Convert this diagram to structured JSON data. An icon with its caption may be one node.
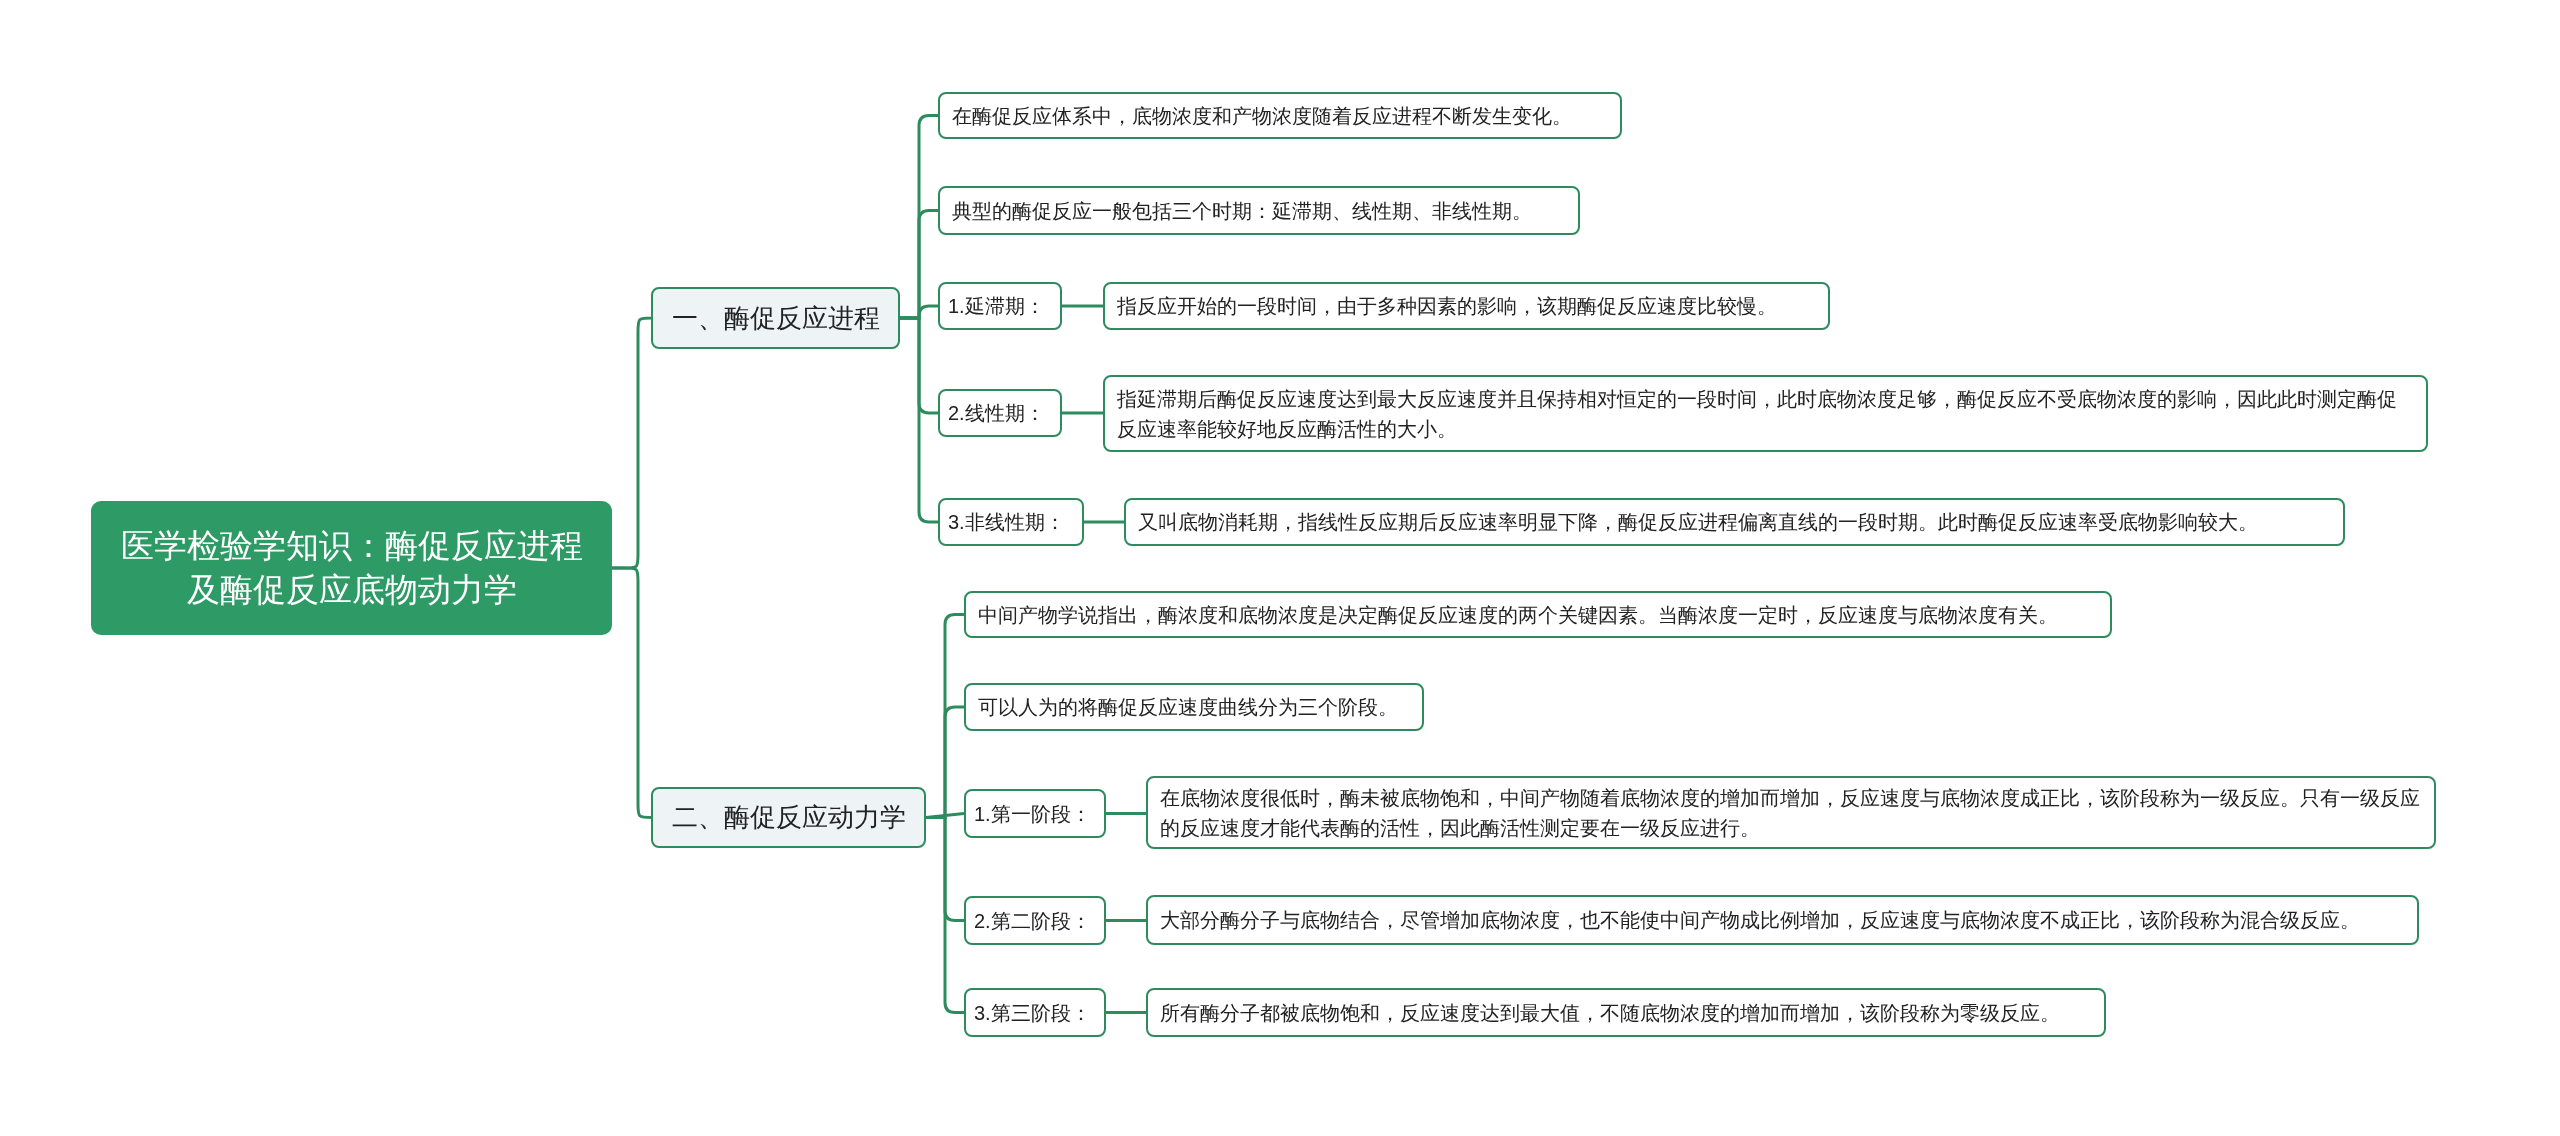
{
  "diagram": {
    "nodes": [
      {
        "text": [
          "医学检验学知识：酶促反应进程及酶促反应底物动力学"
        ]
      },
      {
        "text": [
          "一、酶促反应进程"
        ]
      },
      {
        "text": [
          "二、酶促反应动力学"
        ]
      },
      {
        "text": [
          "在酶促反应体系中，底物浓度和产物浓度随着反应进程不断发生变化。"
        ]
      },
      {
        "text": [
          "典型的酶促反应一般包括三个时期：延滞期、线性期、非线性期。"
        ]
      },
      {
        "text": [
          "1.延滞期："
        ]
      },
      {
        "text": [
          "指反应开始的一段时间，由于多种因素的影响，该期酶促反应速度比较慢。"
        ]
      },
      {
        "text": [
          "2.线性期："
        ]
      },
      {
        "text": [
          "指延滞期后酶促反应速度达到最大反应速度并且保持相对恒定的一段时间，此时底物浓度足够，酶促反应不受底物浓度的影响，因此此时测定酶促反应速率能较好地反应酶活性的大小。"
        ]
      },
      {
        "text": [
          "3.非线性期："
        ]
      },
      {
        "text": [
          "又叫底物消耗期，指线性反应期后反应速率明显下降，酶促反应进程偏离直线的一段时期。此时酶促反应速率受底物影响较大。"
        ]
      },
      {
        "text": [
          "中间产物学说指出，酶浓度和底物浓度是决定酶促反应速度的两个关键因素。当酶浓度一定时，反应速度与底物浓度有关。"
        ]
      },
      {
        "text": [
          "可以人为的将酶促反应速度曲线分为三个阶段。"
        ]
      },
      {
        "text": [
          "1.第一阶段："
        ]
      },
      {
        "text": [
          "在底物浓度很低时，酶未被底物饱和，中间产物随着底物浓度的增加而增加，反应速度与底物浓度成正比，该阶段称为一级反应。只有一级反应的反应速度才能代表酶的活性，因此酶活性测定要在一级反应进行。"
        ]
      },
      {
        "text": [
          "2.第二阶段："
        ]
      },
      {
        "text": [
          "大部分酶分子与底物结合，尽管增加底物浓度，也不能使中间产物成比例增加，反应速度与底物浓度不成正比，该阶段称为混合级反应。"
        ]
      },
      {
        "text": [
          "3.第三阶段："
        ]
      },
      {
        "text": [
          "所有酶分子都被底物饱和，反应速度达到最大值，不随底物浓度的增加而增加，该阶段称为零级反应。"
        ]
      }
    ],
    "edges": [
      {
        "from": 0,
        "to": 1,
        "arrow": "none"
      },
      {
        "from": 0,
        "to": 2,
        "arrow": "none"
      },
      {
        "from": 1,
        "to": 3,
        "arrow": "none"
      },
      {
        "from": 1,
        "to": 4,
        "arrow": "none"
      },
      {
        "from": 1,
        "to": 5,
        "arrow": "none"
      },
      {
        "from": 1,
        "to": 7,
        "arrow": "none"
      },
      {
        "from": 1,
        "to": 9,
        "arrow": "none"
      },
      {
        "from": 5,
        "to": 6,
        "arrow": "none"
      },
      {
        "from": 7,
        "to": 8,
        "arrow": "none"
      },
      {
        "from": 9,
        "to": 10,
        "arrow": "none"
      },
      {
        "from": 2,
        "to": 11,
        "arrow": "none"
      },
      {
        "from": 2,
        "to": 12,
        "arrow": "none"
      },
      {
        "from": 2,
        "to": 13,
        "arrow": "none"
      },
      {
        "from": 2,
        "to": 15,
        "arrow": "none"
      },
      {
        "from": 2,
        "to": 17,
        "arrow": "none"
      },
      {
        "from": 13,
        "to": 14,
        "arrow": "none"
      },
      {
        "from": 15,
        "to": 16,
        "arrow": "none"
      },
      {
        "from": 17,
        "to": 18,
        "arrow": "none"
      }
    ]
  }
}
